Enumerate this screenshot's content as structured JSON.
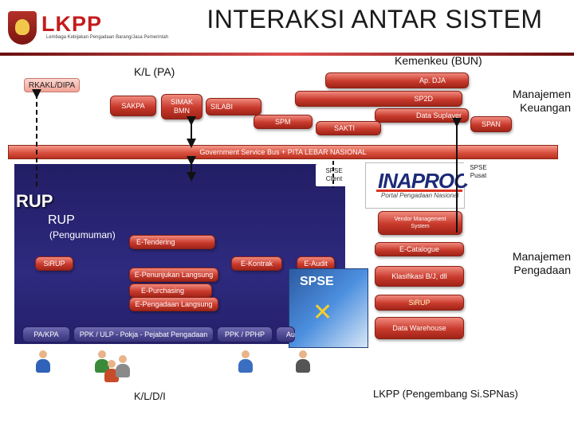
{
  "title": "INTERAKSI ANTAR SISTEM",
  "logo": {
    "name": "LKPP",
    "subtitle": "Lembaga Kebijakan Pengadaan Barang/Jasa Pemerintah"
  },
  "upper": {
    "kl_pa": "K/L (PA)",
    "kemenkeu": "Kemenkeu (BUN)",
    "rkakl": "RKAKL/DIPA",
    "sakpa": "SAKPA",
    "simak": "SIMAK BMN",
    "silabi": "SILABI",
    "ap_dja": "Ap. DJA",
    "sp2d": "SP2D",
    "data_suplayer": "Data Suplayer",
    "spm": "SPM",
    "sakti": "SAKTI",
    "span": "SPAN"
  },
  "gsb": "Government Service Bus + PITA LEBAR NASIONAL",
  "side_labels": {
    "manajemen_keuangan": [
      "Manajemen",
      "Keuangan"
    ],
    "manajemen_pengadaan": [
      "Manajemen",
      "Pengadaan"
    ]
  },
  "lower": {
    "rup_big": "RUP",
    "rup_small": "RUP",
    "rup_peng": "(Pengumuman)",
    "spse_client": [
      "SPSE",
      "Client"
    ],
    "spse_pusat": [
      "SPSE",
      "Pusat"
    ],
    "inaproc": "INAPROC",
    "inaproc_sub": "Portal Pengadaan Nasional",
    "vms": [
      "Vendor Management",
      "System"
    ],
    "e_tendering": "E-Tendering",
    "e_catalogue": "E-Catalogue",
    "sirup_left": "SiRUP",
    "e_kontrak": "E-Kontrak",
    "e_audit": "E-Audit",
    "e_penunjukan": "E-Penunjukan Langsung",
    "klasifikasi": "Klasifikasi B/J, dll",
    "e_purchasing": "E-Purchasing",
    "sirup_right": "SiRUP",
    "e_pengadaan": "E-Pengadaan Langsung",
    "data_warehouse": "Data Warehouse",
    "pa_kpa": "PA/KPA",
    "ppk_ulp": "PPK / ULP - Pokja - Pejabat Pengadaan",
    "ppk_pphp": "PPK / PPHP",
    "auditor": "Au",
    "spse_box": "SPSE"
  },
  "bottom": {
    "kld": "K/L/D/I",
    "lkpp": "LKPP (Pengembang Si.SPNas)"
  },
  "colors": {
    "red_box": "#c83a2c",
    "blue_panel": "#2e2a7f",
    "people_bar": "#4a4690",
    "lkpp_red": "#c41c1c"
  }
}
